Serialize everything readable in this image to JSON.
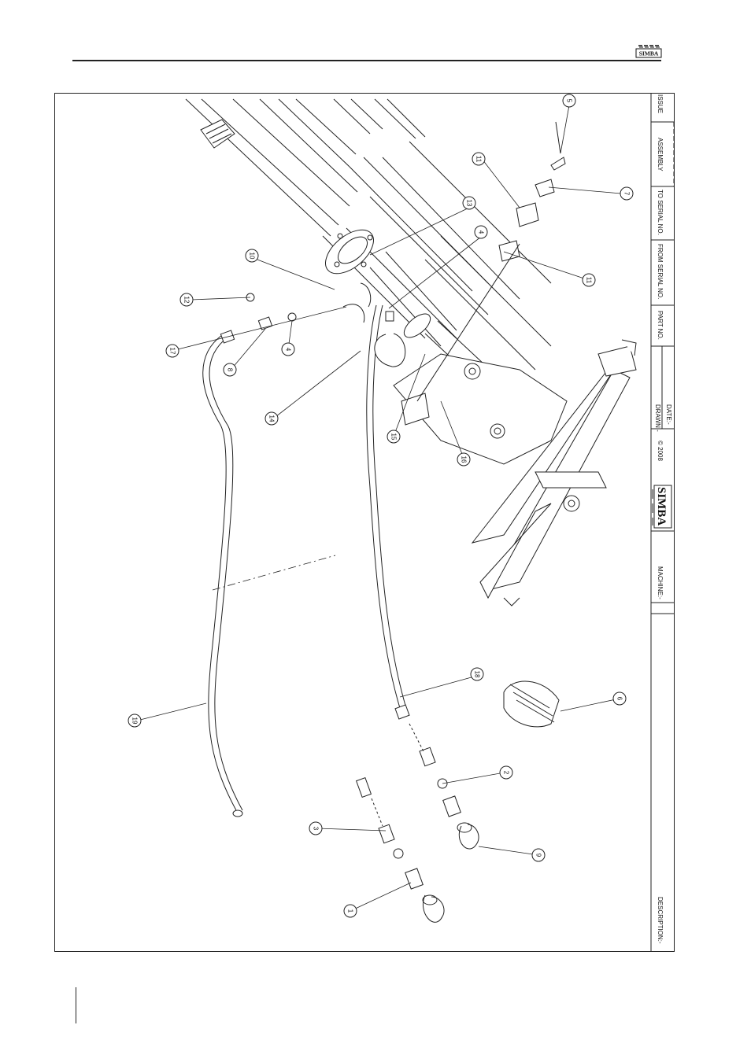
{
  "header": {
    "brand": "SIMBA"
  },
  "title_block": {
    "issue_label": "ISSUE",
    "assembly_label": "ASSEMBLY",
    "to_serial_label": "TO SERIAL NO.",
    "from_serial_label": "FROM SERIAL NO.",
    "part_no_label": "PART NO.",
    "drawn_label": "DRAWN:-",
    "date_label": "DATE:-",
    "copyright": "© 2008",
    "brand": "SIMBA",
    "machine_label": "MACHINE:-",
    "description_label": "DESCRIPTION:-"
  },
  "callouts": [
    "1",
    "2",
    "3",
    "4",
    "4",
    "5",
    "6",
    "7",
    "8",
    "9",
    "10",
    "11",
    "11",
    "12",
    "13",
    "14",
    "15",
    "16",
    "17",
    "18",
    "19"
  ],
  "colors": {
    "line": "#222222",
    "background": "#ffffff"
  }
}
